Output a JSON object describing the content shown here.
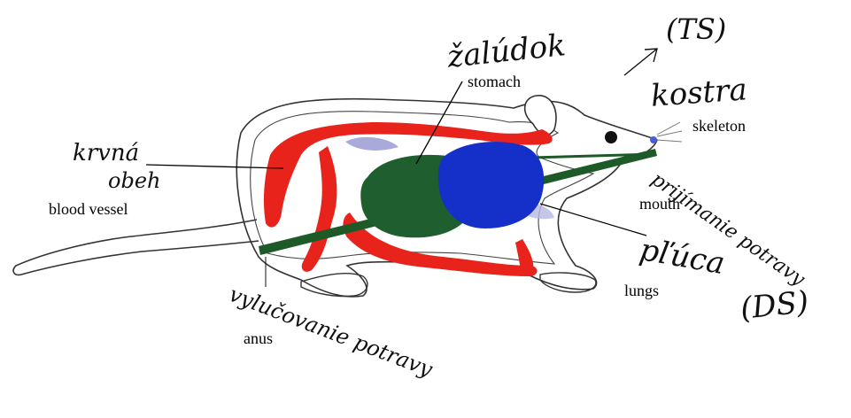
{
  "labels": {
    "stomach": "stomach",
    "skeleton": "skeleton",
    "blood_vessel": "blood vessel",
    "mouth": "mouth",
    "lungs": "lungs",
    "anus": "anus"
  },
  "handwritten": {
    "zaludok": "žalúdok",
    "ts": "(TS)",
    "kostra": "kostra",
    "krvna_ceva_line1": "krvná",
    "krvna_ceva_line2": "obeh",
    "prijimanie_potravy": "prijímanie potravy",
    "pluca": "pľúca",
    "ds": "(DS)",
    "vylucovanie_potravy": "vylučovanie potravy"
  },
  "colors": {
    "blood": "#e8231b",
    "stomach": "#1f5e2e",
    "lungs": "#1530c8",
    "digestive_tube": "#1d5a28",
    "outline": "#222222",
    "lavender": "#9a9ad4"
  }
}
